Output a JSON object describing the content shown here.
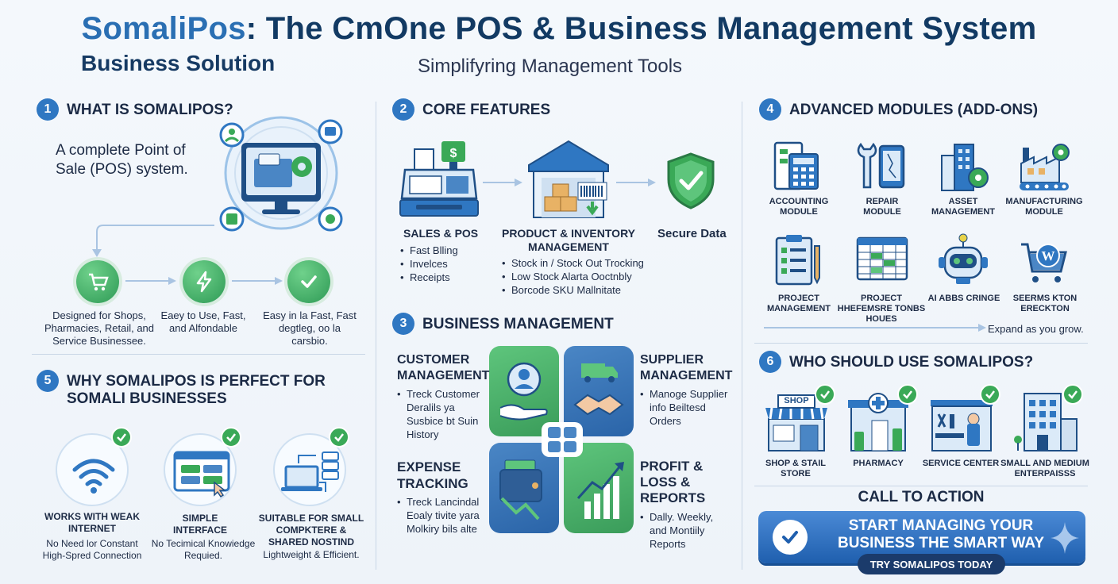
{
  "header": {
    "brand": "SomaliPos",
    "title_rest": ": The CmOne POS & Business Management System",
    "subtitle_left": "Business Solution",
    "subtitle_right": "Simplifyring Management Tools"
  },
  "section1": {
    "num": "1",
    "heading": "WHAT IS SOMALIPOS?",
    "desc": "A complete Point of Sale (POS) system.",
    "features": [
      {
        "label": "Designed for Shops, Pharmacies, Retail, and Service Businessee.",
        "icon": "cart-icon"
      },
      {
        "label": "Eaey to Use, Fast, and Alfondable",
        "icon": "lightning-icon"
      },
      {
        "label": "Easy in la Fast, Fast degtleg, oo la carsbio.",
        "icon": "check-icon"
      }
    ]
  },
  "section2": {
    "num": "2",
    "heading": "CORE FEATURES",
    "sales": {
      "title": "SALES & POS",
      "items": [
        "Fast Blling",
        "Invelces",
        "Receipts"
      ]
    },
    "inventory": {
      "title": "PRODUCT & INVENTORY MANAGEMENT",
      "items": [
        "Stock in / Stock Out Trocking",
        "Low Stock Alarta Ooctnbly",
        "Borcode SKU Mallnitate"
      ]
    },
    "secure": {
      "title": "Secure Data"
    }
  },
  "section3": {
    "num": "3",
    "heading": "BUSINESS MANAGEMENT",
    "customer": {
      "title": "CUSTOMER MANAGEMENT",
      "items": [
        "Treck Customer Deralils ya Susbice bt Suin History"
      ]
    },
    "supplier": {
      "title": "SUPPLIER MANAGEMENT",
      "items": [
        "Manoge Supplier info Beiltesd Orders"
      ]
    },
    "expense": {
      "title": "EXPENSE TRACKING",
      "items": [
        "Treck Lancindal Eoaly tivite yara Molkiry bils alte"
      ]
    },
    "profit": {
      "title": "PROFIT & LOSS & REPORTS",
      "items": [
        "Dally. Weekly, and Montiily Reports"
      ]
    }
  },
  "section4": {
    "num": "4",
    "heading": "ADVANCED MODULES (ADD-ONS)",
    "modules": [
      {
        "label": "ACCOUNTING MODULE",
        "icon": "calculator-icon"
      },
      {
        "label": "REPAIR MODULE",
        "icon": "wrench-phone-icon"
      },
      {
        "label": "ASSET MANAGEMENT",
        "icon": "building-gear-icon"
      },
      {
        "label": "MANUFACTURING MODULE",
        "icon": "factory-icon"
      },
      {
        "label": "PROJECT MANAGEMENT",
        "icon": "clipboard-icon"
      },
      {
        "label": "PROJECT HHEFEMSRE TONBS HOUES",
        "icon": "spreadsheet-icon"
      },
      {
        "label": "AI ABBS CRINGE",
        "icon": "robot-icon"
      },
      {
        "label": "SEERMS KTON ERECKTON",
        "icon": "wordpress-cart-icon"
      }
    ],
    "expand": "Expand as you grow."
  },
  "section5": {
    "num": "5",
    "heading": "WHY SOMALIPOS IS PERFECT FOR SOMALI BUSINESSES",
    "items": [
      {
        "title": "WORKS WITH WEAK INTERNET",
        "desc": "No Need lor Constant High-Spred Connection",
        "icon": "wifi-icon"
      },
      {
        "title": "SIMPLE INTERFACE",
        "desc": "No Tecimical Knowiedge Requied.",
        "icon": "interface-icon"
      },
      {
        "title": "SUITABLE FOR SMALL COMPKTERE & SHARED NOSTIND",
        "desc": "Lightweight & Efficient.",
        "icon": "laptop-server-icon"
      }
    ]
  },
  "section6": {
    "num": "6",
    "heading": "WHO SHOULD USE SOMALIPOS?",
    "users": [
      {
        "label": "SHOP & STAIL STORE",
        "icon": "shop-icon",
        "sign": "SHOP"
      },
      {
        "label": "PHARMACY",
        "icon": "pharmacy-icon"
      },
      {
        "label": "SERVICE CENTER",
        "icon": "service-center-icon"
      },
      {
        "label": "SMALL AND MEDIUM ENTERPAISSS",
        "icon": "office-building-icon"
      }
    ]
  },
  "cta": {
    "heading": "CALL TO ACTION",
    "button": "START MANAGING YOUR BUSINESS THE SMART WAY",
    "sub": "TRY SOMALIPOS TODAY"
  },
  "colors": {
    "primary": "#2f77c2",
    "green": "#3aa957",
    "navy": "#123a63"
  }
}
